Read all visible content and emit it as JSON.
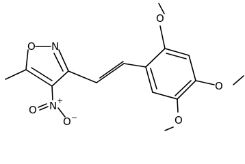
{
  "atoms": {
    "ring_o": "O",
    "ring_n": "N",
    "nitro_n": "N",
    "nitro_plus": "+",
    "nitro_o_left": "O",
    "nitro_o_bottom": "O",
    "nitro_o_minus": "−",
    "ome_top_o": "O",
    "ome_right_o": "O",
    "ome_bottom_o": "O"
  }
}
